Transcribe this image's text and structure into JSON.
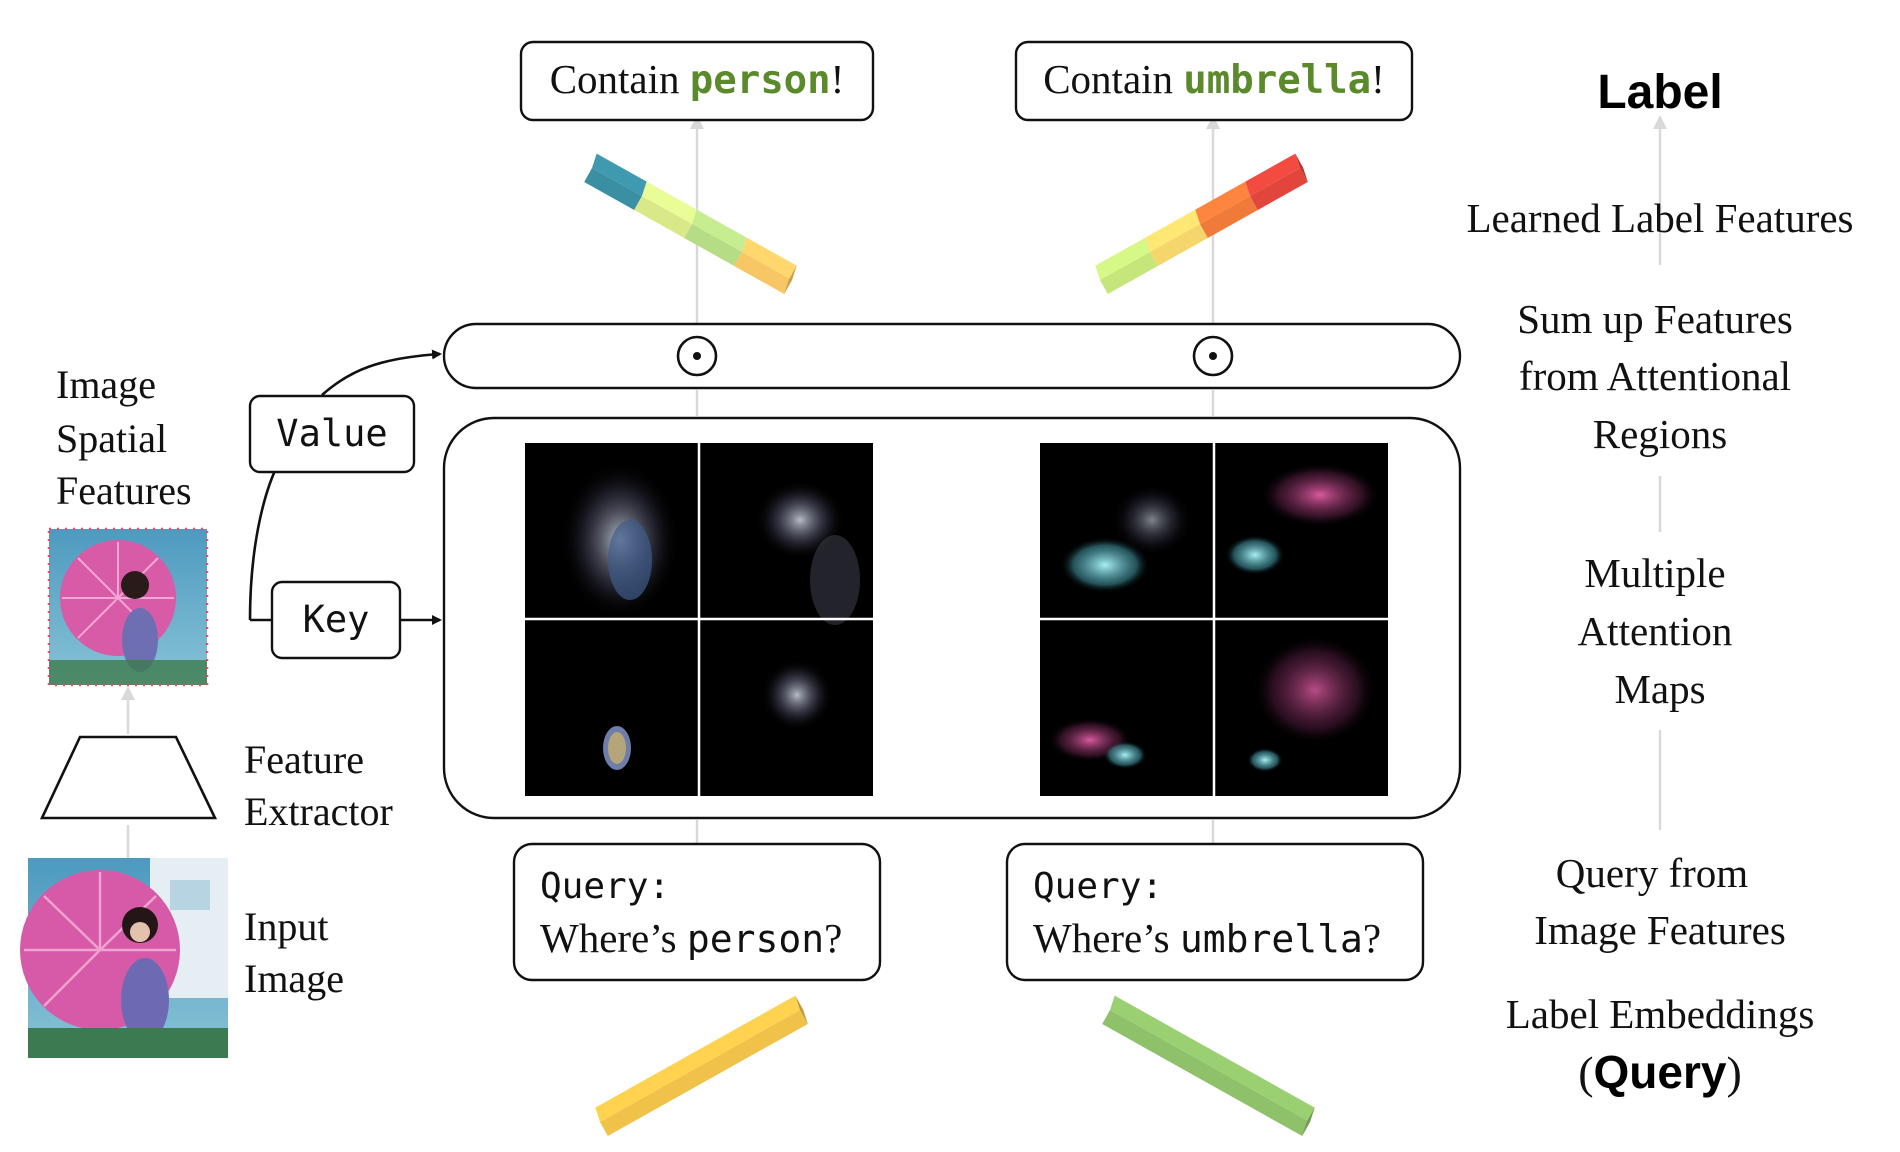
{
  "outputs": [
    {
      "prefix": "Contain ",
      "keyword": "person",
      "suffix": "!"
    },
    {
      "prefix": "Contain ",
      "keyword": "umbrella",
      "suffix": "!"
    }
  ],
  "queries": [
    {
      "line1": "Query:",
      "line2_prefix": "Where’s ",
      "keyword": "person",
      "suffix": "?"
    },
    {
      "line1": "Query:",
      "line2_prefix": "Where’s ",
      "keyword": "umbrella",
      "suffix": "?"
    }
  ],
  "left_panel": {
    "spatial_features": [
      "Image",
      "Spatial",
      "Features"
    ],
    "feature_extractor": [
      "Feature",
      "Extractor"
    ],
    "input_image": [
      "Input",
      "Image"
    ]
  },
  "value_label": "Value",
  "key_label": "Key",
  "hadamard_symbol": "⊙",
  "right_column": {
    "label": "Label",
    "learned_label_features": "Learned Label Features",
    "sum_up": [
      "Sum up Features",
      "from Attentional",
      "Regions"
    ],
    "attention_maps": [
      "Multiple",
      "Attention",
      "Maps"
    ],
    "query_from": [
      "Query from",
      "Image Features"
    ],
    "label_embeddings": "Label Embeddings",
    "query_paren_open": "(",
    "query_word": "Query",
    "query_paren_close": ")"
  },
  "colors": {
    "keyword_green": "#5b8a2b",
    "bar_person": [
      "#3a8fa3",
      "#d9e98a",
      "#b7dc86",
      "#f7c765"
    ],
    "bar_umbrella": [
      "#c6e67c",
      "#f5d66b",
      "#ef7a3a",
      "#e2453c"
    ],
    "embedding_person": "#f0c24a",
    "embedding_umbrella": "#8fc16a"
  },
  "icons": [
    "hadamard-product-icon",
    "trapezoid-extractor-icon",
    "input-photo-icon",
    "spatial-feature-photo-icon",
    "attention-map-icon"
  ]
}
